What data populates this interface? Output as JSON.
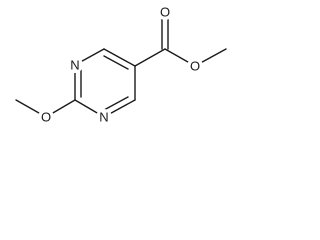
{
  "structure": {
    "atoms": {
      "n_top": "N",
      "n_bottom": "N",
      "o_methoxy": "O",
      "o_carbonyl": "O",
      "o_ester": "O"
    }
  },
  "colors": {
    "bond": "#1a1a1a",
    "background": "#ffffff"
  }
}
